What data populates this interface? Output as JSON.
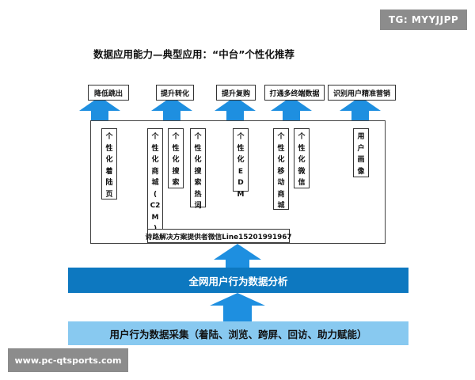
{
  "watermark_top": "TG: MYYJJPP",
  "watermark_bottom": "www.pc-qtsports.com",
  "title": "数据应用能力—典型应用：“中台”个性化推荐",
  "top_labels": [
    "降低跳出",
    "提升转化",
    "提升复购",
    "打通多终端数据",
    "识别用户精准营销"
  ],
  "items": [
    {
      "chars": [
        "个",
        "性",
        "化",
        "着",
        "陆",
        "页"
      ]
    },
    {
      "chars": [
        "个",
        "性",
        "化",
        "商",
        "城",
        "(",
        "C2",
        "M",
        ")"
      ]
    },
    {
      "chars": [
        "个",
        "性",
        "化",
        "搜",
        "索"
      ]
    },
    {
      "chars": [
        "个",
        "性",
        "化",
        "搜",
        "索",
        "热",
        "词"
      ]
    },
    {
      "chars": [
        "个",
        "性",
        "化",
        "E",
        "D",
        "M"
      ]
    },
    {
      "chars": [
        "个",
        "性",
        "化",
        "移",
        "动",
        "商",
        "城"
      ]
    },
    {
      "chars": [
        "个",
        "性",
        "化",
        "微",
        "信"
      ]
    },
    {
      "chars": [
        "用",
        "户",
        "画",
        "像"
      ]
    }
  ],
  "solution_label": "诗路解决方案提供者微信Line15201991967",
  "analysis_bar": "全网用户行为数据分析",
  "collection_bar": "用户行为数据采集（着陆、浏览、跨屏、回访、助力赋能）",
  "colors": {
    "arrow_blue": "#1e8fe0",
    "bar_dark": "#0d78c0",
    "bar_light": "#88c9f0",
    "badge_gray": "#8c8c8c"
  }
}
